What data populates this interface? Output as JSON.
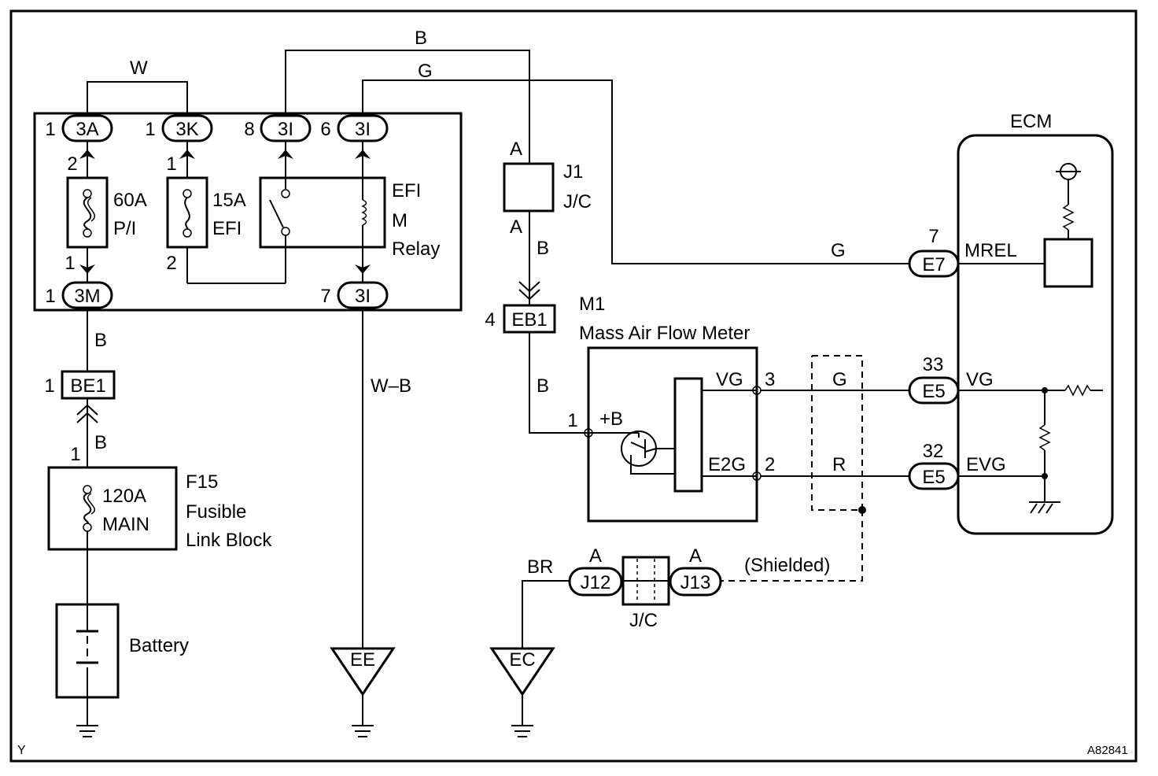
{
  "corner": {
    "left": "Y",
    "right": "A82841"
  },
  "ecm": {
    "title": "ECM",
    "terminals": [
      {
        "pin": "7",
        "connector": "E7",
        "name": "MREL"
      },
      {
        "pin": "33",
        "connector": "E5",
        "name": "VG"
      },
      {
        "pin": "32",
        "connector": "E5",
        "name": "EVG"
      }
    ]
  },
  "relay_block": {
    "top_connectors": [
      {
        "pin": "1",
        "label": "3A"
      },
      {
        "pin": "1",
        "label": "3K"
      },
      {
        "pin": "8",
        "label": "3I"
      },
      {
        "pin": "6",
        "label": "3I"
      }
    ],
    "bottom_connectors": [
      {
        "pin": "1",
        "label": "3M"
      },
      {
        "pin": "7",
        "label": "3I"
      }
    ],
    "fuse_p_i": {
      "rating": "60A",
      "name": "P/I",
      "pin_top": "2",
      "pin_bottom": "1"
    },
    "fuse_efi": {
      "rating": "15A",
      "name": "EFI",
      "pin_top": "1",
      "pin_bottom": "2"
    },
    "relay": {
      "line1": "EFI",
      "line2": "M",
      "line3": "Relay"
    }
  },
  "wires": {
    "w_top": "W",
    "b_top": "B",
    "g_top": "G",
    "g_mrel": "G",
    "b_left_1": "B",
    "b_left_2": "B",
    "wb": "W–B",
    "b_j1": "B",
    "b_eb1": "B",
    "g_vg": "G",
    "r_evg": "R",
    "br": "BR",
    "shielded": "(Shielded)"
  },
  "junction_j1": {
    "name": "J1",
    "type": "J/C",
    "top": "A",
    "bottom": "A"
  },
  "eb1": {
    "pin": "4",
    "label": "EB1"
  },
  "be1": {
    "pin": "1",
    "label": "BE1"
  },
  "fusible_link": {
    "pin": "1",
    "rating": "120A",
    "name": "MAIN",
    "id": "F15",
    "line1": "Fusible",
    "line2": "Link Block"
  },
  "battery": {
    "label": "Battery"
  },
  "maf": {
    "id": "M1",
    "name": "Mass Air Flow Meter",
    "pin_b": "1",
    "plus_b": "+B",
    "vg": "VG",
    "vg_pin": "3",
    "e2g": "E2G",
    "e2g_pin": "2"
  },
  "jc_block": {
    "left": "J12",
    "right": "J13",
    "left_tag": "A",
    "right_tag": "A",
    "label": "J/C"
  },
  "grounds": {
    "ee": "EE",
    "ec": "EC"
  }
}
